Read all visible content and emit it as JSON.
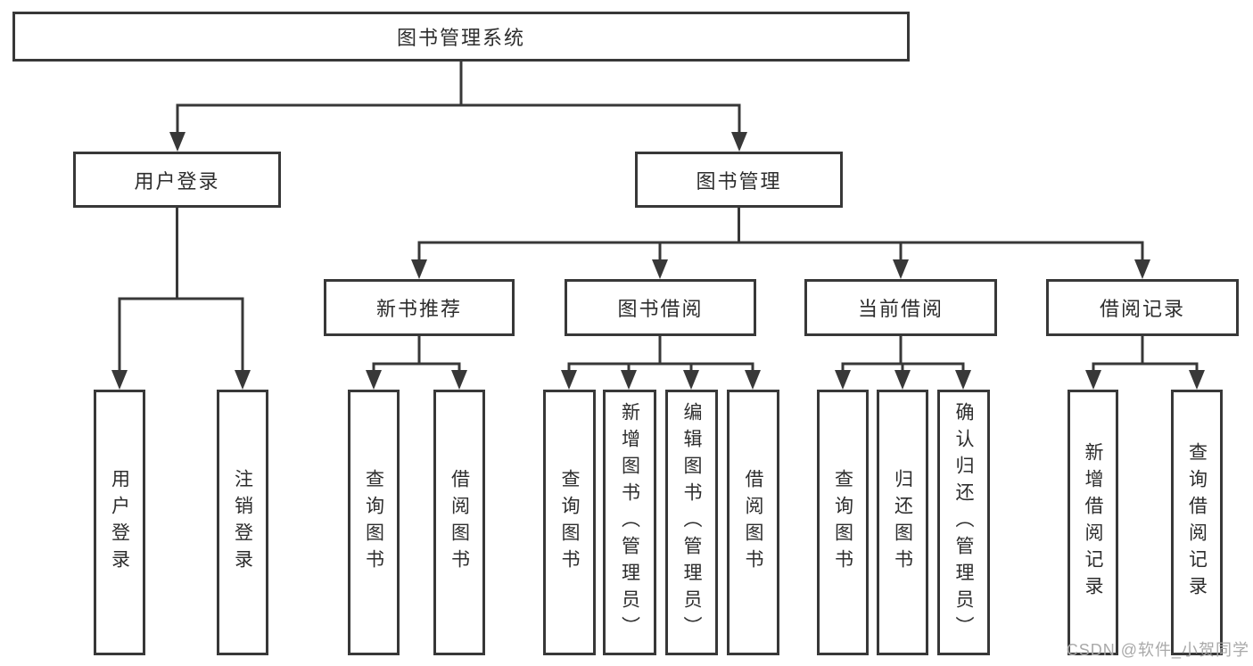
{
  "diagram": {
    "root": {
      "label": "图书管理系统"
    },
    "level2": [
      {
        "label": "用户登录"
      },
      {
        "label": "图书管理"
      }
    ],
    "level3": [
      {
        "label": "新书推荐"
      },
      {
        "label": "图书借阅"
      },
      {
        "label": "当前借阅"
      },
      {
        "label": "借阅记录"
      }
    ],
    "leaves": [
      {
        "label": "用户登录"
      },
      {
        "label": "注销登录"
      },
      {
        "label": "查询图书"
      },
      {
        "label": "借阅图书"
      },
      {
        "label": "查询图书"
      },
      {
        "label": "新增图书（管理员）"
      },
      {
        "label": "编辑图书（管理员）"
      },
      {
        "label": "借阅图书"
      },
      {
        "label": "查询图书"
      },
      {
        "label": "归还图书"
      },
      {
        "label": "确认归还（管理员）"
      },
      {
        "label": "新增借阅记录"
      },
      {
        "label": "查询借阅记录"
      }
    ],
    "colors": {
      "line": "#383838",
      "box-fill": "#ffffff",
      "text": "#2d2d2d",
      "watermark": "#a9a9a9",
      "background": "#ffffff"
    }
  },
  "watermark": {
    "text": "CSDN @软件_小贺同学"
  }
}
